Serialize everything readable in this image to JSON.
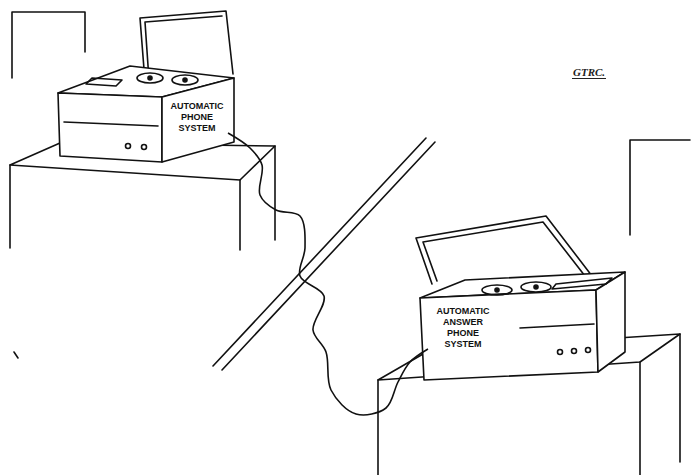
{
  "diagram": {
    "nodes": [
      {
        "text": [
          "AUTOMATIC PHONE SYSTEM"
        ]
      },
      {
        "text": [
          "AUTOMATIC ANSWER PHONE SYSTEM"
        ]
      }
    ],
    "edges": [
      {
        "from": 0,
        "to": 1,
        "arrow": "none"
      }
    ],
    "labels": [
      "GTRC."
    ]
  }
}
